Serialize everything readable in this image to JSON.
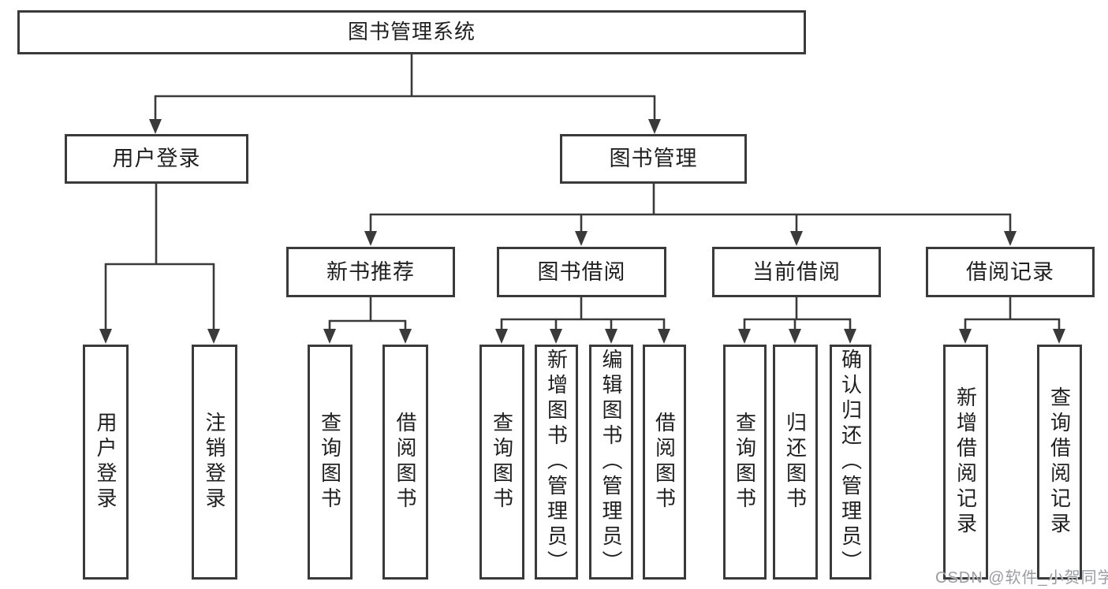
{
  "colors": {
    "line": "#3a3a3a",
    "text": "#1f1f1f",
    "background": "#ffffff",
    "watermark": "#9b9ca4",
    "box_bg": "#ffffff"
  },
  "watermark": {
    "text": "CSDN @软件_小贺同学"
  },
  "chart_type": "org-tree-diagram",
  "tree": {
    "root": {
      "label": "图书管理系统"
    },
    "level2": [
      {
        "id": "user-login",
        "label": "用户登录",
        "parent": "图书管理系统"
      },
      {
        "id": "book-management",
        "label": "图书管理",
        "parent": "图书管理系统"
      }
    ],
    "level3": [
      {
        "id": "new-book-recommend",
        "label": "新书推荐",
        "parent": "图书管理"
      },
      {
        "id": "book-borrowing",
        "label": "图书借阅",
        "parent": "图书管理"
      },
      {
        "id": "current-borrowing",
        "label": "当前借阅",
        "parent": "图书管理"
      },
      {
        "id": "borrowing-records",
        "label": "借阅记录",
        "parent": "图书管理"
      }
    ],
    "leaves": [
      {
        "label": "用户登录",
        "parent": "用户登录"
      },
      {
        "label": "注销登录",
        "parent": "用户登录"
      },
      {
        "label": "查询图书",
        "parent": "新书推荐"
      },
      {
        "label": "借阅图书",
        "parent": "新书推荐"
      },
      {
        "label": "查询图书",
        "parent": "图书借阅"
      },
      {
        "label": "新增图书（管理员）",
        "parent": "图书借阅"
      },
      {
        "label": "编辑图书（管理员）",
        "parent": "图书借阅"
      },
      {
        "label": "借阅图书",
        "parent": "图书借阅"
      },
      {
        "label": "查询图书",
        "parent": "当前借阅"
      },
      {
        "label": "归还图书",
        "parent": "当前借阅"
      },
      {
        "label": "确认归还（管理员）",
        "parent": "当前借阅"
      },
      {
        "label": "新增借阅记录",
        "parent": "借阅记录"
      },
      {
        "label": "查询借阅记录",
        "parent": "借阅记录"
      }
    ]
  }
}
